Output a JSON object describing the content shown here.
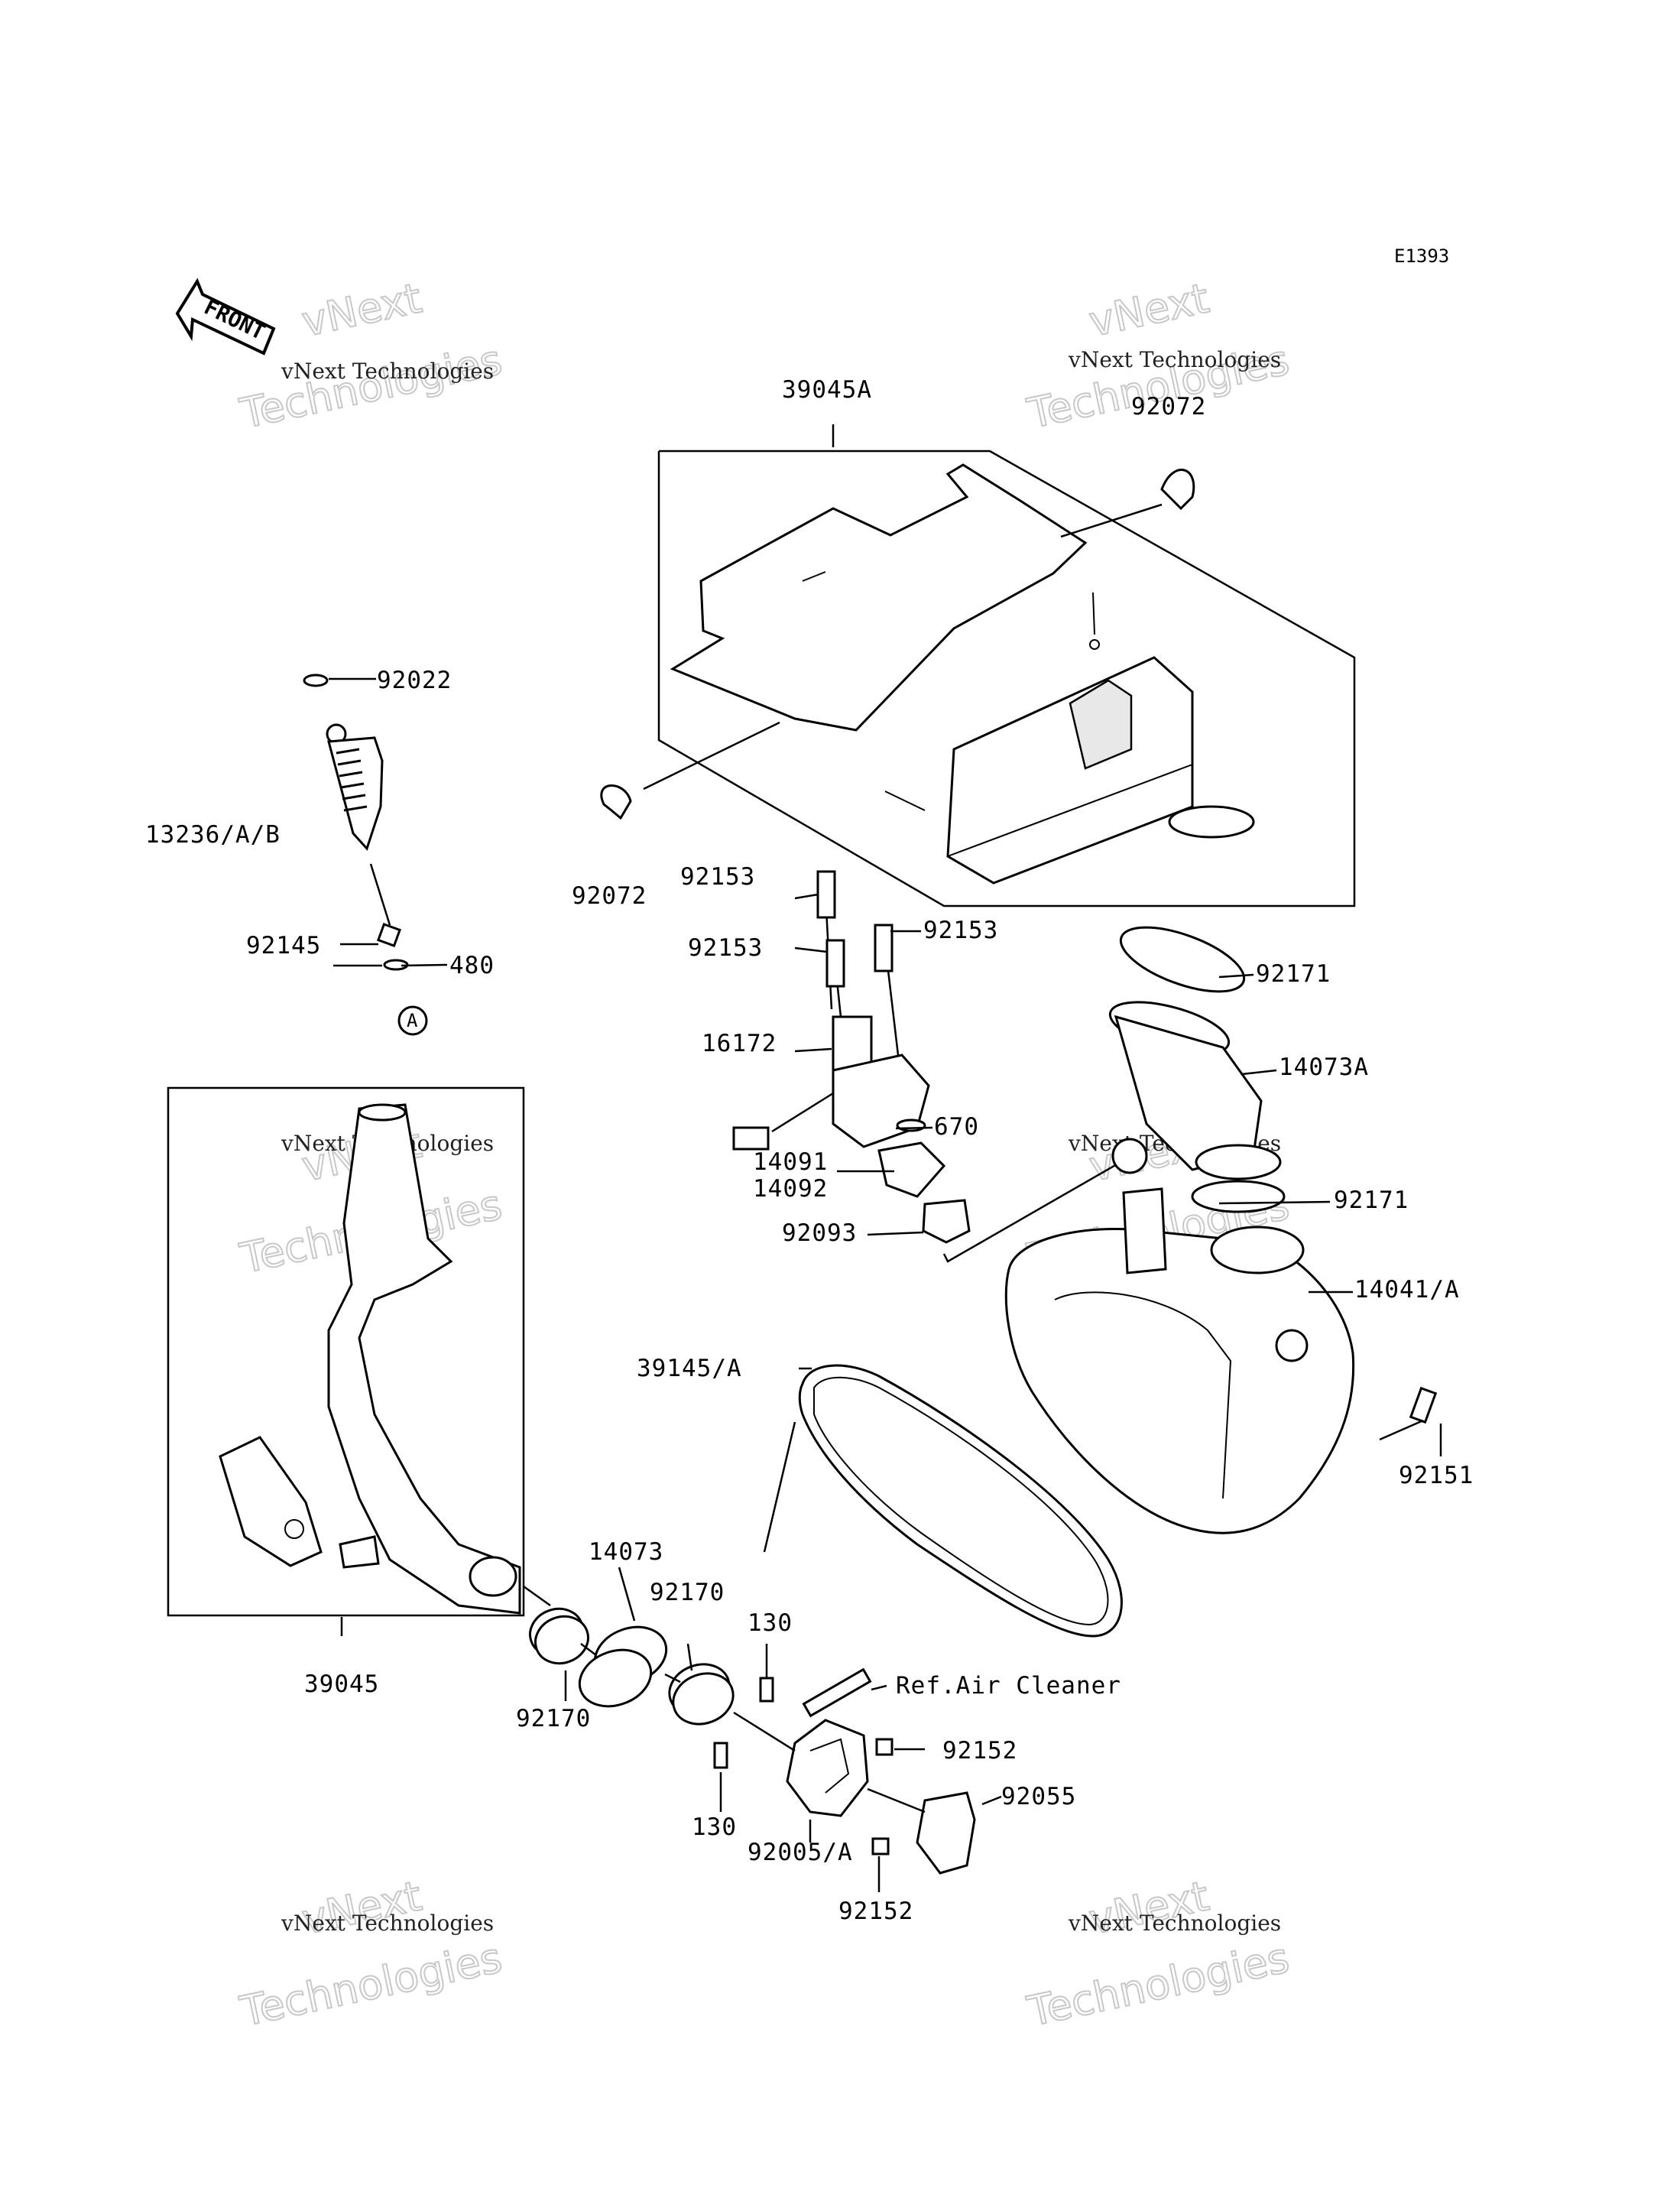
{
  "diagram_code": "E1393",
  "front_arrow": "FRONT",
  "ref_callout": "A",
  "watermark": {
    "line1": "vNext Technologies",
    "line2": "vNext",
    "line3": "Technologies"
  },
  "labels": {
    "p39045A": "39045A",
    "p92072_top": "92072",
    "p92072_left": "92072",
    "p92022": "92022",
    "p13236": "13236/A/B",
    "p92145": "92145",
    "p480": "480",
    "p92153_a": "92153",
    "p92153_b": "92153",
    "p92153_c": "92153",
    "p16172": "16172",
    "p670": "670",
    "p14091": "14091",
    "p14092": "14092",
    "p92093": "92093",
    "p92171_top": "92171",
    "p14073A": "14073A",
    "p92171_mid": "92171",
    "p14041": "14041/A",
    "p39145": "39145/A",
    "p92151": "92151",
    "p39045": "39045",
    "p14073": "14073",
    "p92170_a": "92170",
    "p92170_b": "92170",
    "p130_a": "130",
    "p130_b": "130",
    "ref_air_cleaner": "Ref.Air Cleaner",
    "p92152_a": "92152",
    "p92152_b": "92152",
    "p92055": "92055",
    "p92005": "92005/A"
  }
}
